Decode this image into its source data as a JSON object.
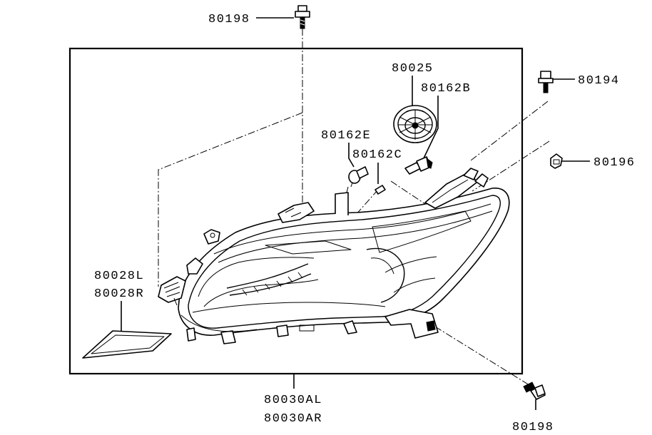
{
  "colors": {
    "ink": "#000000",
    "background": "#ffffff"
  },
  "labels": {
    "screw_top": "80198",
    "screw_bottom": "80198",
    "bolt_right": "80194",
    "clip_right": "80196",
    "cap": "80025",
    "bulb_b": "80162B",
    "bulb_e": "80162E",
    "bulb_c": "80162C",
    "reflector_l": "80028L",
    "reflector_r": "80028R",
    "headlamp_l": "80030AL",
    "headlamp_r": "80030AR"
  }
}
